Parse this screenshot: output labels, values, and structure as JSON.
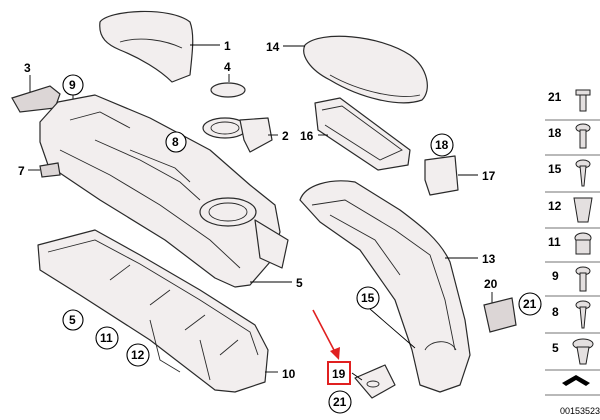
{
  "callouts": {
    "c1": "1",
    "c2": "2",
    "c3": "3",
    "c4": "4",
    "c5a": "5",
    "c5b": "5",
    "c7": "7",
    "c8": "8",
    "c9": "9",
    "c10": "10",
    "c11": "11",
    "c12": "12",
    "c13": "13",
    "c14": "14",
    "c15": "15",
    "c16": "16",
    "c17": "17",
    "c18": "18",
    "c19": "19",
    "c20": "20",
    "c21a": "21",
    "c21b": "21"
  },
  "legend": [
    "21",
    "18",
    "15",
    "12",
    "11",
    "9",
    "8",
    "5"
  ],
  "diagram_ref": "00153523",
  "colors": {
    "highlight": "#e02020",
    "part_fill": "#f2eeee"
  }
}
